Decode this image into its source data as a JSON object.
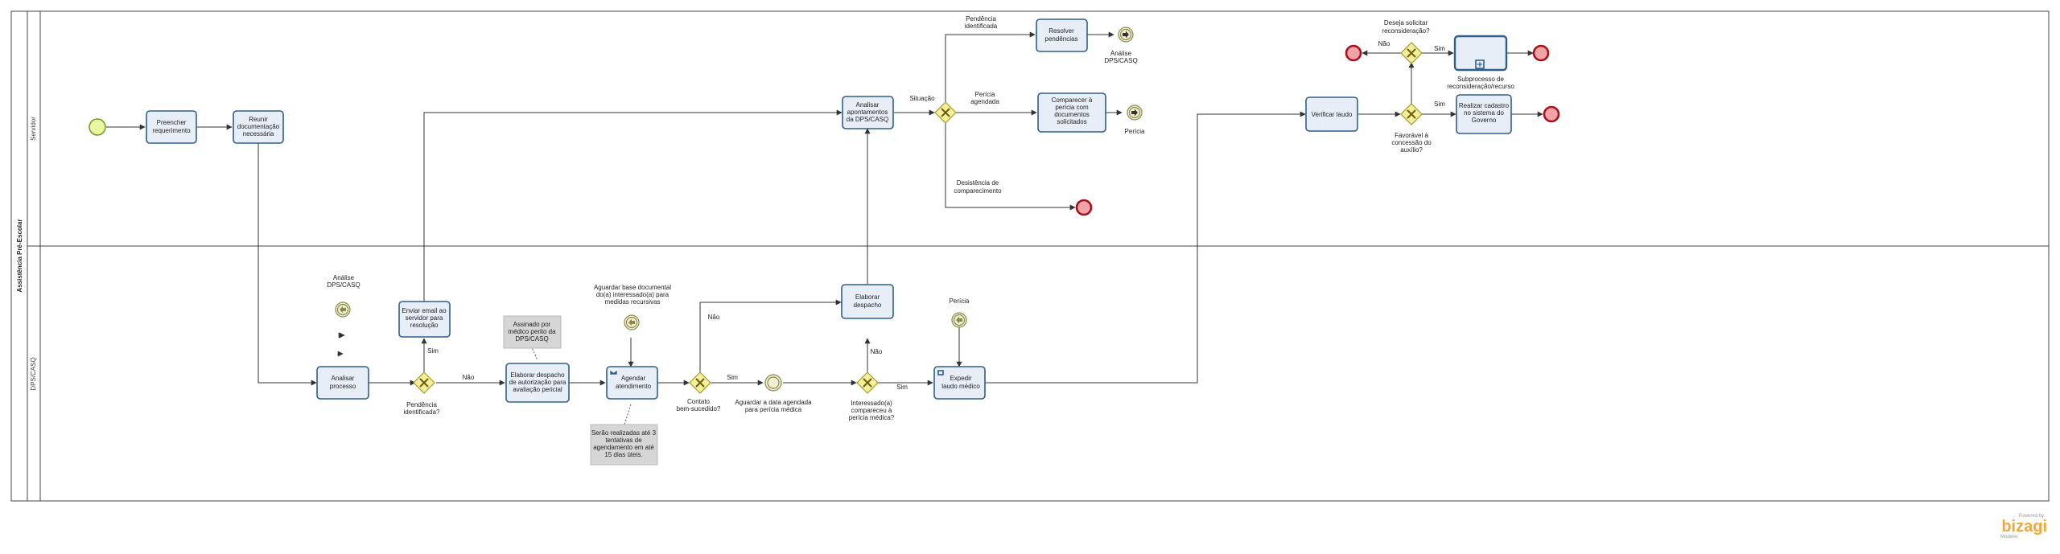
{
  "pool": {
    "title": "Assistência Pré-Escolar"
  },
  "lanes": {
    "top": "Servidor",
    "bottom": "DPS/CASQ"
  },
  "tasks": {
    "preencher": [
      "Preencher",
      "requerimento"
    ],
    "reunir": [
      "Reunir",
      "documentação",
      "necessária"
    ],
    "analisar_apont": [
      "Analisar",
      "apontamentos",
      "da DPS/CASQ"
    ],
    "resolver": [
      "Resolver",
      "pendências"
    ],
    "comparecer": [
      "Comparecer à",
      "perícia com",
      "documentos",
      "solicitados"
    ],
    "verificar": [
      "Verificar laudo"
    ],
    "realizar": [
      "Realizar cadastro",
      "no sistema do",
      "Governo"
    ],
    "subprocesso": "Subprocesso de reconsideração/recurso",
    "enviar_email": [
      "Enviar email ao",
      "servidor para",
      "resolução"
    ],
    "analisar_proc": [
      "Analisar",
      "processo"
    ],
    "elaborar_aut": [
      "Elaborar despacho",
      "de autorização para",
      "avaliação pericial"
    ],
    "agendar": [
      "Agendar",
      "atendimento"
    ],
    "elaborar_desp": [
      "Elaborar",
      "despacho"
    ],
    "expedir": [
      "Expedir",
      "laudo médico"
    ]
  },
  "gateways": {
    "situacao": "Situação",
    "deseja": [
      "Deseja solicitar",
      "reconsideração?"
    ],
    "favoravel": [
      "Favorável à",
      "concessão do",
      "auxílio?"
    ],
    "pendencia": [
      "Pendência",
      "identificada?"
    ],
    "contato": [
      "Contato",
      "bem-sucedido?"
    ],
    "compareceu": [
      "Interessado(a)",
      "compareceu à",
      "perícia médica?"
    ]
  },
  "events": {
    "analise_dps_top": [
      "Análise",
      "DPS/CASQ"
    ],
    "pericia_top": "Perícia",
    "analise_dps_bottom": [
      "Análise",
      "DPS/CASQ"
    ],
    "aguardar_base": [
      "Aguardar base documental",
      "do(a) interessado(a) para",
      "medidas recursivas"
    ],
    "aguardar_data": [
      "Aguardar a data agendada",
      "para perícia médica"
    ],
    "pericia_bottom": "Perícia"
  },
  "flow_labels": {
    "pend_ident": [
      "Pendência",
      "identificada"
    ],
    "pericia_agendada": [
      "Perícia",
      "agendada"
    ],
    "desistencia": [
      "Desistência de",
      "comparecimento"
    ],
    "nao_deseja": "Não",
    "sim_deseja": "Sim",
    "sim_favoravel": "Sim",
    "sim_pendencia": "Sim",
    "nao_pendencia": "Não",
    "nao_contato": "Não",
    "sim_contato": "Sim",
    "nao_compareceu": "Não",
    "sim_compareceu": "Sim"
  },
  "notes": {
    "assinado": [
      "Assinado por",
      "médico perito da",
      "DPS/CASQ"
    ],
    "tentativas": [
      "Serão realizadas até 3",
      "tentativas de",
      "agendamento em até",
      "15 dias úteis."
    ]
  },
  "branding": {
    "powered": "Powered by",
    "logo": "bizagi",
    "product": "Modeler"
  },
  "colors": {
    "task_fill": "#e8eef8",
    "task_stroke": "#2e5f8a",
    "gateway": "#f4ef9c",
    "start": "#e9f7a3",
    "end": "#f2a3a8",
    "logo": "#f0a83a"
  }
}
